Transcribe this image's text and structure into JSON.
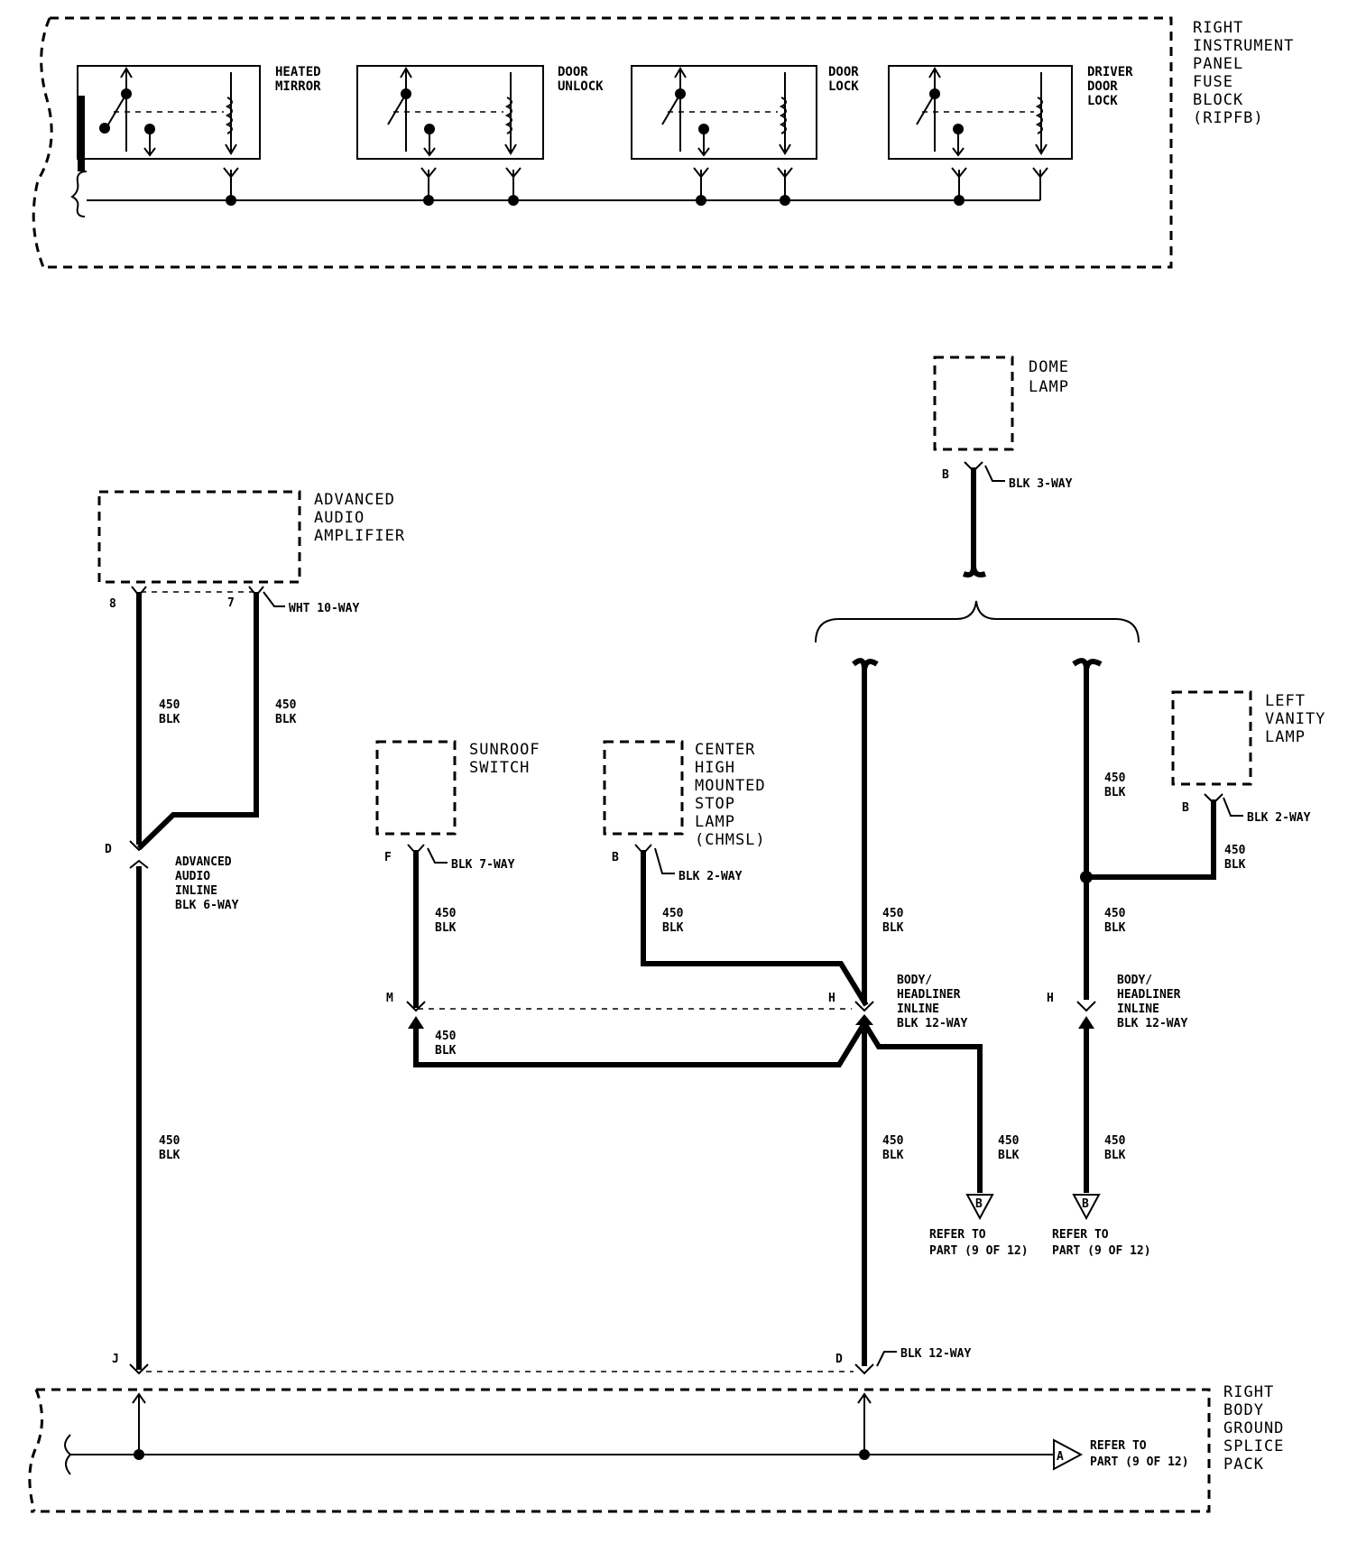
{
  "fuse_block": {
    "label_lines": [
      "RIGHT",
      "INSTRUMENT",
      "PANEL",
      "FUSE",
      "BLOCK",
      "(RIPFB)"
    ],
    "relays": [
      {
        "label_lines": [
          "HEATED",
          "MIRROR"
        ]
      },
      {
        "label_lines": [
          "DOOR",
          "UNLOCK"
        ]
      },
      {
        "label_lines": [
          "DOOR",
          "LOCK"
        ]
      },
      {
        "label_lines": [
          "DRIVER",
          "DOOR",
          "LOCK"
        ]
      }
    ]
  },
  "components": {
    "amplifier": {
      "label_lines": [
        "ADVANCED",
        "AUDIO",
        "AMPLIFIER"
      ],
      "connector": "WHT 10-WAY",
      "pin_left": "8",
      "pin_right": "7"
    },
    "dome_lamp": {
      "label_lines": [
        "DOME",
        "LAMP"
      ],
      "connector": "BLK 3-WAY",
      "pin": "B"
    },
    "sunroof_switch": {
      "label_lines": [
        "SUNROOF",
        "SWITCH"
      ],
      "connector": "BLK 7-WAY",
      "pin": "F"
    },
    "chmsl": {
      "label_lines": [
        "CENTER",
        "HIGH",
        "MOUNTED",
        "STOP",
        "LAMP",
        "(CHMSL)"
      ],
      "connector": "BLK 2-WAY",
      "pin": "B"
    },
    "left_vanity_lamp": {
      "label_lines": [
        "LEFT",
        "VANITY",
        "LAMP"
      ],
      "connector": "BLK 2-WAY",
      "pin": "B"
    }
  },
  "connectors": {
    "audio_inline": {
      "label_lines": [
        "ADVANCED",
        "AUDIO",
        "INLINE",
        "BLK 6-WAY"
      ],
      "pin": "D"
    },
    "headliner_inline_1": {
      "label_lines": [
        "BODY/",
        "HEADLINER",
        "INLINE",
        "BLK 12-WAY"
      ],
      "pin_m": "M",
      "pin_h": "H"
    },
    "headliner_inline_2": {
      "label_lines": [
        "BODY/",
        "HEADLINER",
        "INLINE",
        "BLK 12-WAY"
      ],
      "pin_h": "H"
    },
    "ground_pack_connector": {
      "label": "BLK 12-WAY",
      "pin_j": "J",
      "pin_d": "D"
    }
  },
  "wire_label": {
    "circuit": "450",
    "color": "BLK"
  },
  "refs": [
    {
      "letter": "B",
      "lines": [
        "REFER TO",
        "PART (9 OF 12)"
      ]
    },
    {
      "letter": "B",
      "lines": [
        "REFER TO",
        "PART (9 OF 12)"
      ]
    },
    {
      "letter": "A",
      "lines": [
        "REFER TO",
        "PART (9 OF 12)"
      ]
    }
  ],
  "ground_splice": {
    "label_lines": [
      "RIGHT",
      "BODY",
      "GROUND",
      "SPLICE",
      "PACK"
    ]
  }
}
